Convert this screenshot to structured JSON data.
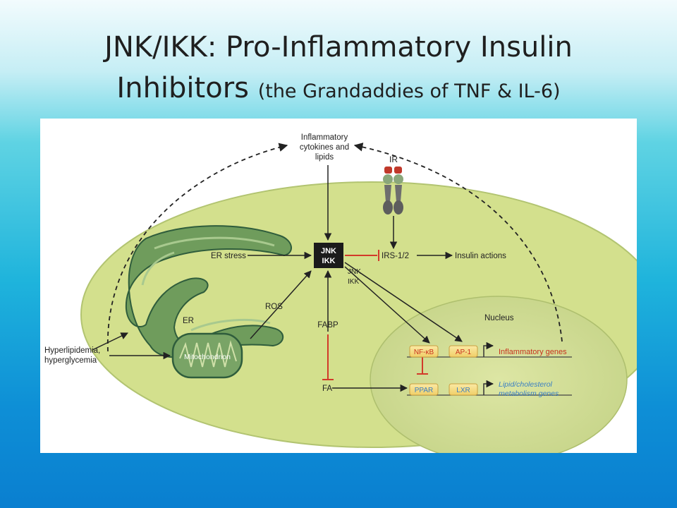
{
  "slide": {
    "title_line1": "JNK/IKK: Pro-Inflammatory Insulin",
    "title_line2_main": "Inhibitors",
    "title_line2_sub": "(the Grandaddies of TNF & IL-6)"
  },
  "diagram": {
    "cytokines_line1": "Inflammatory",
    "cytokines_line2": "cytokines and",
    "cytokines_line3": "lipids",
    "ir": "IR",
    "jnk": "JNK",
    "ikk": "IKK",
    "er_stress": "ER stress",
    "irs": "IRS-1/2",
    "insulin_actions": "Insulin actions",
    "jnk_small": "JNK",
    "ikk_small": "IKK",
    "ros": "ROS",
    "fabp": "FABP",
    "fa": "FA",
    "er": "ER",
    "mitochondrion": "Mitochondrion",
    "hyper_line1": "Hyperlipidemia,",
    "hyper_line2": "hyperglycemia",
    "nucleus": "Nucleus",
    "nfkb": "NF-κB",
    "ap1": "AP-1",
    "ppar": "PPAR",
    "lxr": "LXR",
    "inflammatory_genes": "Inflammatory genes",
    "lipid_line1": "Lipid/cholesterol",
    "lipid_line2": "metabolism genes"
  },
  "colors": {
    "cell": "#d3e08d",
    "cell_edge": "#b2c471",
    "organelle": "#79a466",
    "organelle_edge": "#2f5d3c",
    "gene_red": "#c8321e",
    "gene_blue": "#3a7fc3",
    "factor_box": "#f4d87a",
    "inhibit_red": "#d23a2a"
  }
}
